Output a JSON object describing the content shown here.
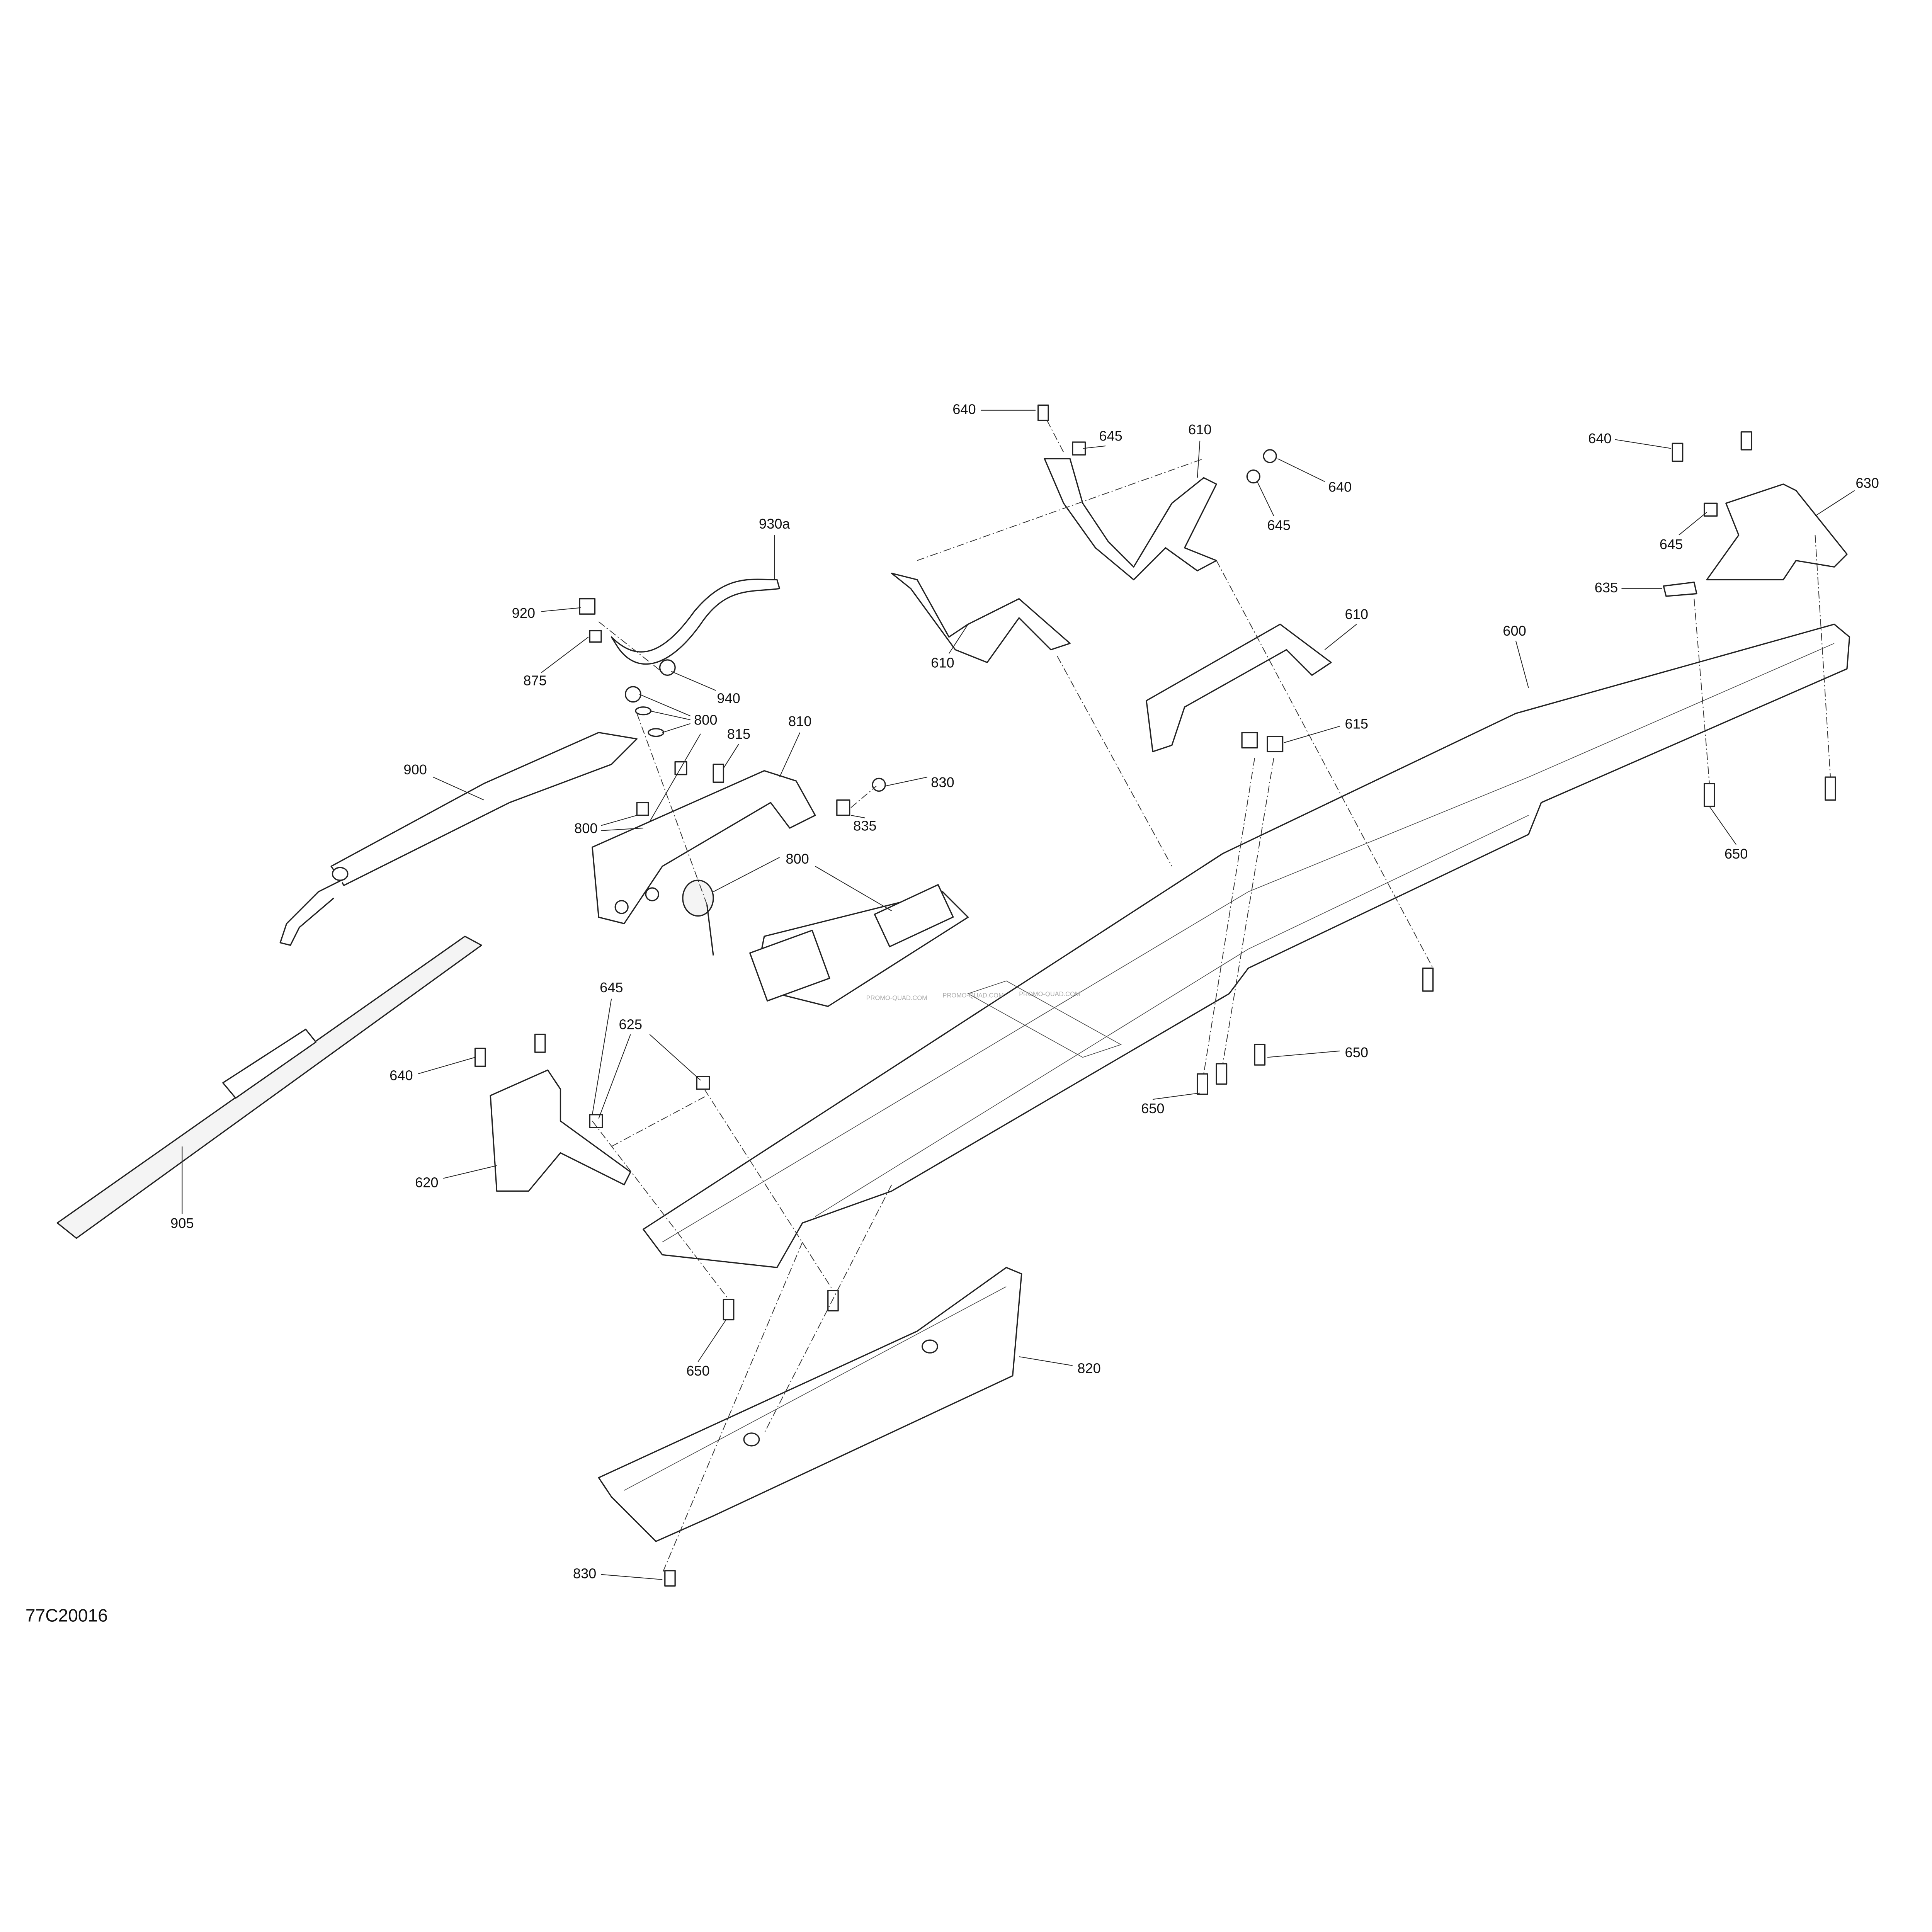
{
  "diagram_code": "77C20016",
  "watermark": "PROMO-QUAD.COM",
  "callouts": [
    {
      "id": "c640a",
      "text": "640"
    },
    {
      "id": "c645a",
      "text": "645"
    },
    {
      "id": "c610a",
      "text": "610"
    },
    {
      "id": "c640b",
      "text": "640"
    },
    {
      "id": "c645b",
      "text": "645"
    },
    {
      "id": "c930a",
      "text": "930a"
    },
    {
      "id": "c920",
      "text": "920"
    },
    {
      "id": "c875",
      "text": "875"
    },
    {
      "id": "c940",
      "text": "940"
    },
    {
      "id": "c610b",
      "text": "610"
    },
    {
      "id": "c800a",
      "text": "800"
    },
    {
      "id": "c815",
      "text": "815"
    },
    {
      "id": "c810",
      "text": "810"
    },
    {
      "id": "c830a",
      "text": "830"
    },
    {
      "id": "c800b",
      "text": "800"
    },
    {
      "id": "c835",
      "text": "835"
    },
    {
      "id": "c800c",
      "text": "800"
    },
    {
      "id": "c900",
      "text": "900"
    },
    {
      "id": "c640c",
      "text": "640"
    },
    {
      "id": "c630",
      "text": "630"
    },
    {
      "id": "c645c",
      "text": "645"
    },
    {
      "id": "c635",
      "text": "635"
    },
    {
      "id": "c610c",
      "text": "610"
    },
    {
      "id": "c600",
      "text": "600"
    },
    {
      "id": "c615",
      "text": "615"
    },
    {
      "id": "c650a",
      "text": "650"
    },
    {
      "id": "c650b",
      "text": "650"
    },
    {
      "id": "c650c",
      "text": "650"
    },
    {
      "id": "c645d",
      "text": "645"
    },
    {
      "id": "c625",
      "text": "625"
    },
    {
      "id": "c640d",
      "text": "640"
    },
    {
      "id": "c620",
      "text": "620"
    },
    {
      "id": "c905",
      "text": "905"
    },
    {
      "id": "c650d",
      "text": "650"
    },
    {
      "id": "c820",
      "text": "820"
    },
    {
      "id": "c830b",
      "text": "830"
    }
  ]
}
